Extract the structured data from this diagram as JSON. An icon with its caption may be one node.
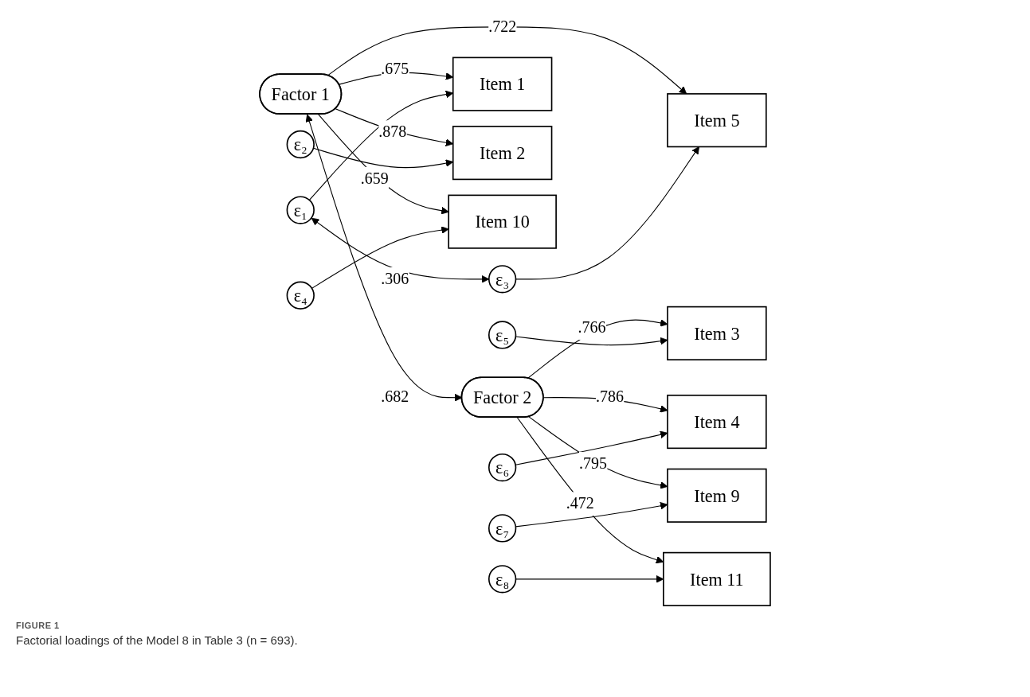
{
  "diagram": {
    "caption": "Factorial loadings of the Model 8 in Table 3 (n = 693).",
    "nodes": [
      {
        "text": [
          "Factor 1"
        ]
      },
      {
        "text": [
          "Factor 2"
        ]
      },
      {
        "text": [
          "Item 1"
        ]
      },
      {
        "text": [
          "Item 2"
        ]
      },
      {
        "text": [
          "Item 5"
        ]
      },
      {
        "text": [
          "Item 10"
        ]
      },
      {
        "text": [
          "Item 3"
        ]
      },
      {
        "text": [
          "Item 4"
        ]
      },
      {
        "text": [
          "Item 9"
        ]
      },
      {
        "text": [
          "Item 11"
        ]
      },
      {
        "text": [
          "ε₁"
        ]
      },
      {
        "text": [
          "ε₂"
        ]
      },
      {
        "text": [
          "ε₃"
        ]
      },
      {
        "text": [
          "ε₄"
        ]
      },
      {
        "text": [
          "ε₅"
        ]
      },
      {
        "text": [
          "ε₆"
        ]
      },
      {
        "text": [
          "ε₇"
        ]
      },
      {
        "text": [
          "ε₈"
        ]
      }
    ],
    "edges": [
      {
        "from": 0,
        "to": 2,
        "arrow": "to",
        "label": ".675"
      },
      {
        "from": 0,
        "to": 3,
        "arrow": "to",
        "label": ".878"
      },
      {
        "from": 0,
        "to": 4,
        "arrow": "to",
        "label": ".722"
      },
      {
        "from": 0,
        "to": 5,
        "arrow": "to",
        "label": ".659"
      },
      {
        "from": 1,
        "to": 6,
        "arrow": "to",
        "label": ".766"
      },
      {
        "from": 1,
        "to": 7,
        "arrow": "to",
        "label": ".786"
      },
      {
        "from": 1,
        "to": 8,
        "arrow": "to",
        "label": ".795"
      },
      {
        "from": 1,
        "to": 9,
        "arrow": "to",
        "label": ".472"
      },
      {
        "from": 10,
        "to": 2,
        "arrow": "to"
      },
      {
        "from": 11,
        "to": 3,
        "arrow": "to"
      },
      {
        "from": 12,
        "to": 4,
        "arrow": "to"
      },
      {
        "from": 13,
        "to": 5,
        "arrow": "to"
      },
      {
        "from": 14,
        "to": 6,
        "arrow": "to"
      },
      {
        "from": 15,
        "to": 7,
        "arrow": "to"
      },
      {
        "from": 16,
        "to": 8,
        "arrow": "to"
      },
      {
        "from": 17,
        "to": 9,
        "arrow": "to"
      },
      {
        "from": 0,
        "to": 1,
        "arrow": "both",
        "label": ".682"
      },
      {
        "from": 10,
        "to": 12,
        "arrow": "both",
        "label": ".306"
      }
    ],
    "labels": [
      "FIGURE 1"
    ]
  }
}
